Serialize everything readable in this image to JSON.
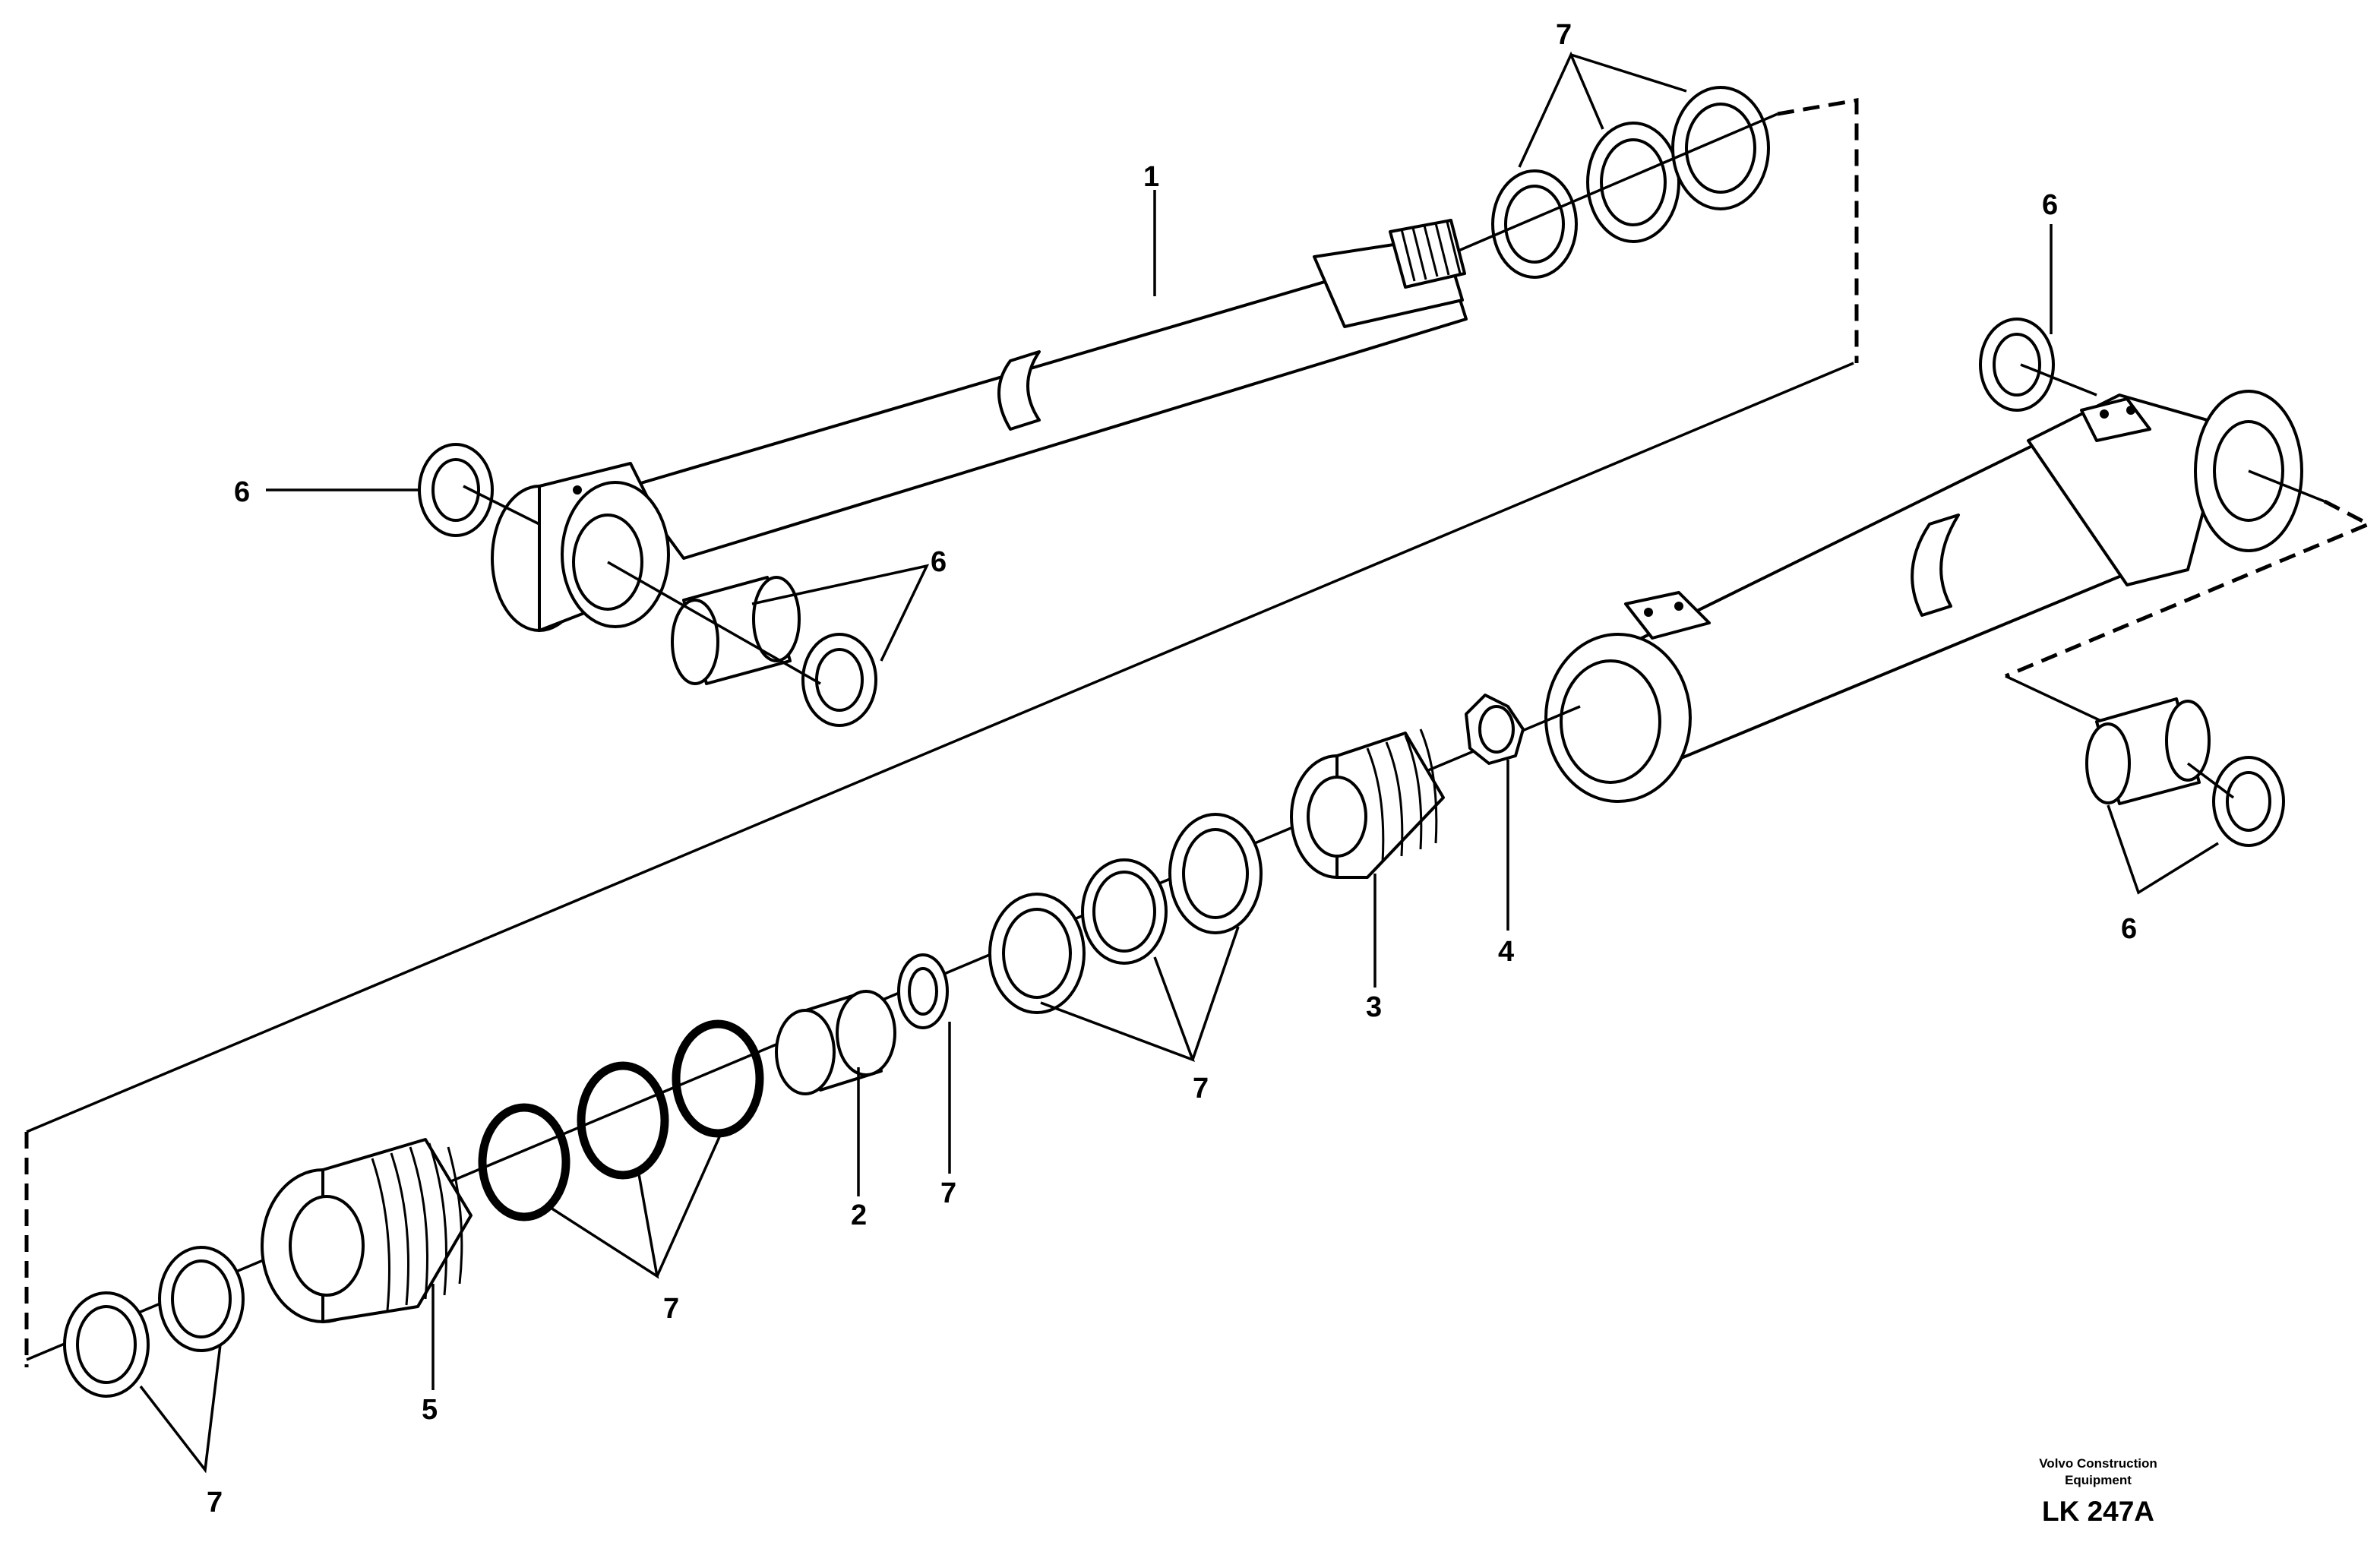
{
  "callouts": {
    "rod": "1",
    "guide": "2",
    "piston": "3",
    "lock_nut": "4",
    "cylinder_head": "5",
    "seals": "7",
    "bushings": "6"
  },
  "footer": {
    "brand_line1": "Volvo Construction",
    "brand_line2": "Equipment",
    "drawing_code": "LK 247A"
  },
  "colors": {
    "ink": "#000000",
    "paper": "#ffffff"
  }
}
